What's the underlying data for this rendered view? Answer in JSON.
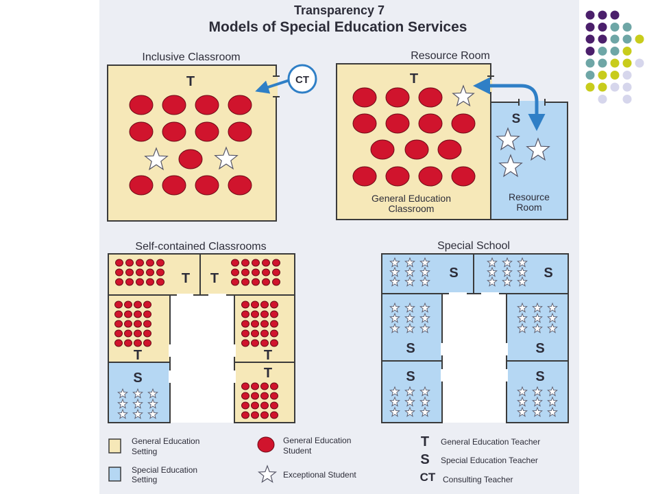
{
  "header": {
    "title_line1": "Transparency 7",
    "title_line2": "Models of Special Education Services"
  },
  "colors": {
    "general_setting": "#f6e8b8",
    "special_setting": "#b5d7f3",
    "student": "#d0142d",
    "star": "#ffffff",
    "arrow": "#2f7fc6",
    "text": "#2c2c38",
    "dot_purple": "#4b1f6b",
    "dot_teal": "#6ea6a6",
    "dot_yellow": "#c8cc1c",
    "dot_lavender": "#d6d6ec"
  },
  "inclusive": {
    "title": "Inclusive Classroom",
    "teacher": "T",
    "consultant": "CT"
  },
  "resource": {
    "title": "Resource Room",
    "teacher": "T",
    "special_teacher": "S",
    "general_label_1": "General Education",
    "general_label_2": "Classroom",
    "room_label_1": "Resource",
    "room_label_2": "Room"
  },
  "self_contained": {
    "title": "Self-contained Classrooms",
    "teacher": "T",
    "special_teacher": "S"
  },
  "special_school": {
    "title": "Special School",
    "special_teacher": "S"
  },
  "legend": {
    "general_setting_1": "General Education",
    "general_setting_2": "Setting",
    "special_setting_1": "Special Education",
    "special_setting_2": "Setting",
    "student_1": "General Education",
    "student_2": "Student",
    "exceptional": "Exceptional Student",
    "t_symbol": "T",
    "t_label": "General Education Teacher",
    "s_symbol": "S",
    "s_label": "Special Education Teacher",
    "ct_symbol": "CT",
    "ct_label": "Consulting Teacher"
  },
  "dot_grid": [
    [
      "purple",
      "purple",
      "purple",
      "",
      ""
    ],
    [
      "purple",
      "purple",
      "teal",
      "teal",
      ""
    ],
    [
      "purple",
      "purple",
      "teal",
      "teal",
      "yellow"
    ],
    [
      "purple",
      "teal",
      "teal",
      "yellow",
      ""
    ],
    [
      "teal",
      "teal",
      "yellow",
      "yellow",
      "lavender"
    ],
    [
      "teal",
      "yellow",
      "yellow",
      "lavender",
      ""
    ],
    [
      "yellow",
      "yellow",
      "lavender",
      "lavender",
      ""
    ],
    [
      "",
      "lavender",
      "",
      "lavender",
      ""
    ]
  ]
}
